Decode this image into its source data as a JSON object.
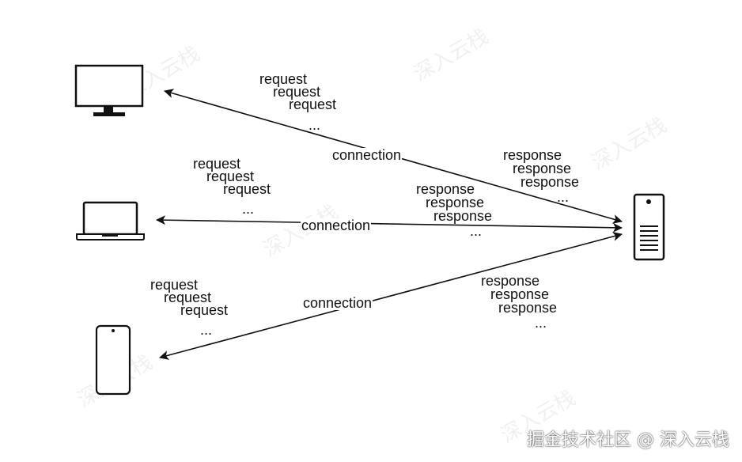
{
  "labels": {
    "request": "request",
    "response": "response",
    "ellipsis": "...",
    "connection": "connection"
  },
  "devices": [
    {
      "name": "desktop-monitor-icon"
    },
    {
      "name": "laptop-icon"
    },
    {
      "name": "phone-icon"
    },
    {
      "name": "server-icon"
    }
  ],
  "watermark": "深入云栈",
  "brand": "掘金技术社区 @ 深入云栈"
}
